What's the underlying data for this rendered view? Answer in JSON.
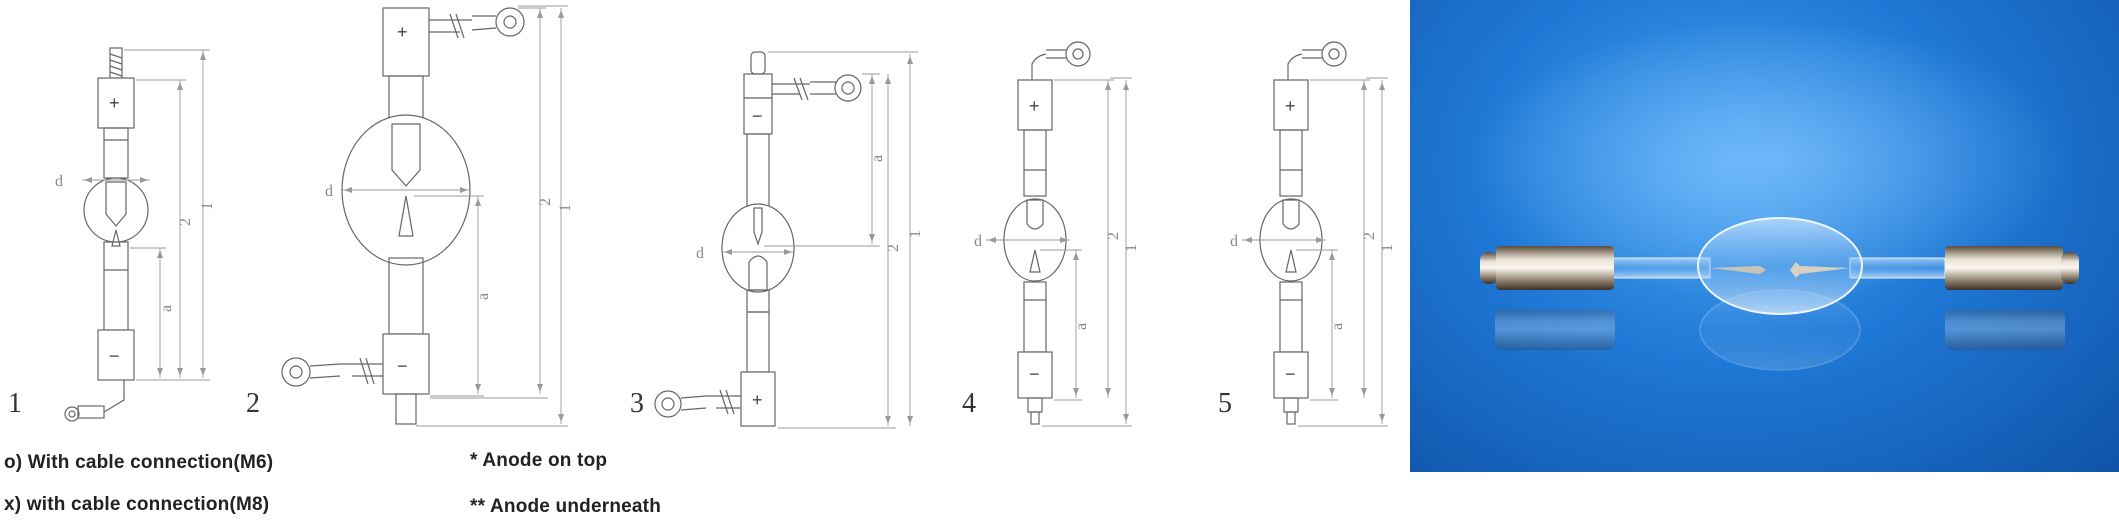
{
  "diagrams": [
    {
      "number": "1",
      "plus": "+",
      "minus": "−",
      "dim_d": "d",
      "dim_a": "a",
      "dim_2": "2",
      "dim_1": "1"
    },
    {
      "number": "2",
      "plus": "+",
      "minus": "−",
      "dim_d": "d",
      "dim_a": "a",
      "dim_2": "2",
      "dim_1": "1"
    },
    {
      "number": "3",
      "plus": "+",
      "minus": "−",
      "dim_d": "d",
      "dim_a": "a",
      "dim_2": "2",
      "dim_1": "1"
    },
    {
      "number": "4",
      "plus": "+",
      "minus": "−",
      "dim_d": "d",
      "dim_a": "a",
      "dim_2": "2",
      "dim_1": "1"
    },
    {
      "number": "5",
      "plus": "+",
      "minus": "−",
      "dim_d": "d",
      "dim_a": "a",
      "dim_2": "2",
      "dim_1": "1"
    }
  ],
  "legend": {
    "o": "o)  With cable connection(M6)",
    "x": "x)   with cable connection(M8)",
    "anode_top": "*  Anode on top",
    "anode_under": "**  Anode underneath"
  },
  "colors": {
    "line": "#666666",
    "dimension": "#9a9a9a",
    "photo_background": "#1f79d6"
  }
}
